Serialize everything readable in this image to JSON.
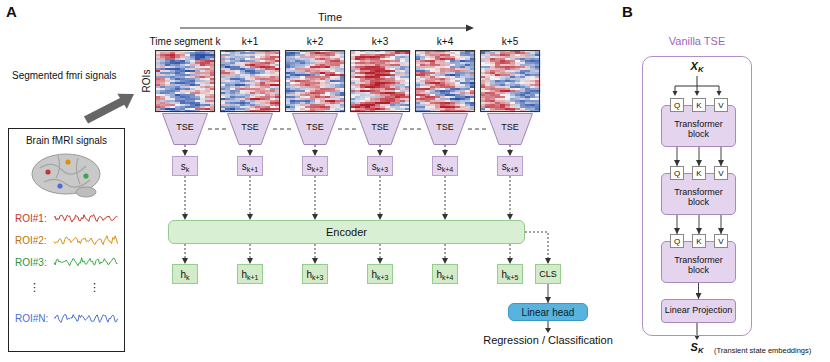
{
  "diagram": {
    "nodes": [
      {
        "text": [
          "Time segment k"
        ]
      },
      {
        "text": [
          "k+1"
        ]
      },
      {
        "text": [
          "k+2"
        ]
      },
      {
        "text": [
          "k+3"
        ]
      },
      {
        "text": [
          "k+4"
        ]
      },
      {
        "text": [
          "k+5"
        ]
      },
      {
        "text": [
          "Brain fMRI signals",
          "ROI#1:",
          "ROI#2:",
          "ROI#3:",
          "⋮",
          "⋮",
          "ROI#N:"
        ]
      },
      {
        "text": [
          "TSE"
        ]
      },
      {
        "text": [
          "TSE"
        ]
      },
      {
        "text": [
          "TSE"
        ]
      },
      {
        "text": [
          "TSE"
        ]
      },
      {
        "text": [
          "TSE"
        ]
      },
      {
        "text": [
          "TSE"
        ]
      },
      {
        "text": [
          "sk"
        ]
      },
      {
        "text": [
          "sk+1"
        ]
      },
      {
        "text": [
          "sk+2"
        ]
      },
      {
        "text": [
          "sk+3"
        ]
      },
      {
        "text": [
          "sk+4"
        ]
      },
      {
        "text": [
          "sk+5"
        ]
      },
      {
        "text": [
          "Encoder"
        ]
      },
      {
        "text": [
          "hk"
        ]
      },
      {
        "text": [
          "hk+1"
        ]
      },
      {
        "text": [
          "hk+3"
        ]
      },
      {
        "text": [
          "hk+3"
        ]
      },
      {
        "text": [
          "hk+4"
        ]
      },
      {
        "text": [
          "hk+5"
        ]
      },
      {
        "text": [
          "CLS"
        ]
      },
      {
        "text": [
          "Linear head"
        ]
      },
      {
        "text": [
          "Vanilla TSE"
        ]
      },
      {
        "text": [
          "Transformer block"
        ],
        "in": 28
      },
      {
        "text": [
          "Q"
        ],
        "in": 29
      },
      {
        "text": [
          "K"
        ],
        "in": 29
      },
      {
        "text": [
          "V"
        ],
        "in": 29
      },
      {
        "text": [
          "Transformer block"
        ],
        "in": 28
      },
      {
        "text": [
          "Q"
        ],
        "in": 33
      },
      {
        "text": [
          "K"
        ],
        "in": 33
      },
      {
        "text": [
          "V"
        ],
        "in": 33
      },
      {
        "text": [
          "Transformer block"
        ],
        "in": 28
      },
      {
        "text": [
          "Q"
        ],
        "in": 37
      },
      {
        "text": [
          "K"
        ],
        "in": 37
      },
      {
        "text": [
          "V"
        ],
        "in": 37
      },
      {
        "text": [
          "Linear Projection"
        ],
        "in": 28
      }
    ],
    "edges": [
      {
        "from": 7,
        "to": 13,
        "arrow": "to"
      },
      {
        "from": 8,
        "to": 14,
        "arrow": "to"
      },
      {
        "from": 9,
        "to": 15,
        "arrow": "to"
      },
      {
        "from": 10,
        "to": 16,
        "arrow": "to"
      },
      {
        "from": 11,
        "to": 17,
        "arrow": "to"
      },
      {
        "from": 12,
        "to": 18,
        "arrow": "to"
      },
      {
        "from": 7,
        "to": 8,
        "arrow": "none"
      },
      {
        "from": 8,
        "to": 9,
        "arrow": "none"
      },
      {
        "from": 9,
        "to": 10,
        "arrow": "none"
      },
      {
        "from": 10,
        "to": 11,
        "arrow": "none"
      },
      {
        "from": 11,
        "to": 12,
        "arrow": "none"
      },
      {
        "from": 13,
        "to": 19,
        "arrow": "to"
      },
      {
        "from": 14,
        "to": 19,
        "arrow": "to"
      },
      {
        "from": 15,
        "to": 19,
        "arrow": "to"
      },
      {
        "from": 16,
        "to": 19,
        "arrow": "to"
      },
      {
        "from": 17,
        "to": 19,
        "arrow": "to"
      },
      {
        "from": 18,
        "to": 19,
        "arrow": "to"
      },
      {
        "from": 19,
        "to": 20,
        "arrow": "to"
      },
      {
        "from": 19,
        "to": 21,
        "arrow": "to"
      },
      {
        "from": 19,
        "to": 22,
        "arrow": "to"
      },
      {
        "from": 19,
        "to": 23,
        "arrow": "to"
      },
      {
        "from": 19,
        "to": 24,
        "arrow": "to"
      },
      {
        "from": 19,
        "to": 25,
        "arrow": "to"
      },
      {
        "from": 19,
        "to": 26,
        "arrow": "to"
      },
      {
        "from": 26,
        "to": 27,
        "arrow": "to"
      },
      {
        "from": 29,
        "to": 34,
        "arrow": "to"
      },
      {
        "from": 29,
        "to": 35,
        "arrow": "to"
      },
      {
        "from": 29,
        "to": 36,
        "arrow": "to"
      },
      {
        "from": 33,
        "to": 38,
        "arrow": "to"
      },
      {
        "from": 33,
        "to": 39,
        "arrow": "to"
      },
      {
        "from": 33,
        "to": 40,
        "arrow": "to"
      },
      {
        "from": 37,
        "to": 41,
        "arrow": "to"
      }
    ],
    "labels": [
      "A",
      "Time",
      "Segmented fmri signals",
      "ROIs",
      "Regression / Classification",
      "B",
      "XK",
      "SK",
      "(Transient state embeddings)"
    ]
  }
}
